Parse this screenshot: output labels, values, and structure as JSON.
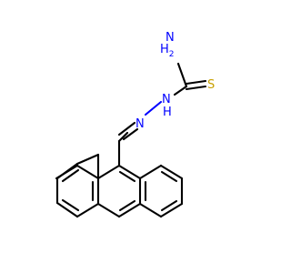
{
  "molecule": {
    "atoms": {
      "nh2": {
        "main": "H",
        "sub": "2",
        "prefix": "N"
      },
      "s": "S",
      "nh": {
        "main": "N",
        "h": "H"
      },
      "n": "N"
    },
    "colors": {
      "nitrogen": "#0000ff",
      "sulfur": "#c8a000",
      "carbon": "#000000",
      "background": "#ffffff"
    }
  }
}
